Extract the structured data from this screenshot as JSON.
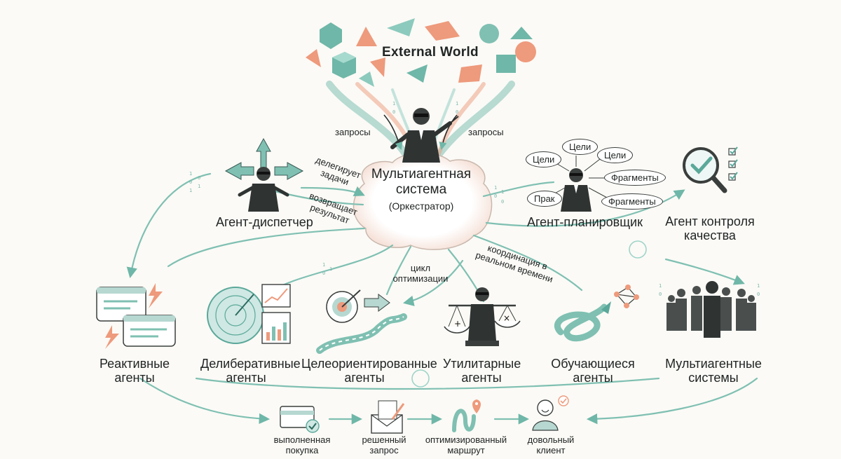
{
  "header": {
    "title": "External World"
  },
  "center": {
    "title": "Мультиагентная система",
    "subtitle": "(Оркестратор)"
  },
  "flows": {
    "requests_left": "запросы",
    "requests_right": "запросы",
    "delegates": "делегирует задачи",
    "returns": "возвращает результат",
    "optimization": "цикл оптимизации",
    "coordination": "координация в реальном времени"
  },
  "top_agents": [
    {
      "label": "Агент-диспетчер",
      "icon": "arrows-icon"
    },
    {
      "label": "Агент-планировщик",
      "icon": "planner-icon"
    },
    {
      "label": "Агент контроля качества",
      "icon": "magnifier-check-icon"
    }
  ],
  "planner_bubbles": [
    "Цели",
    "Цели",
    "Цели",
    "Фрагменты",
    "Фрагменты",
    "Прак"
  ],
  "agent_types": [
    {
      "label": "Реактивные агенты",
      "icon": "chat-lightning-icon"
    },
    {
      "label": "Делиберативные агенты",
      "icon": "radar-chart-icon"
    },
    {
      "label": "Целеориентированные агенты",
      "icon": "target-road-icon"
    },
    {
      "label": "Утилитарные агенты",
      "icon": "scales-icon"
    },
    {
      "label": "Обучающиеся агенты",
      "icon": "spiral-network-icon"
    },
    {
      "label": "Мультиагентные системы",
      "icon": "agents-group-icon"
    }
  ],
  "outcomes": [
    {
      "label": "выполненная покупка",
      "icon": "card-check-icon"
    },
    {
      "label": "решенный запрос",
      "icon": "envelope-pen-icon"
    },
    {
      "label": "оптимизированный маршрут",
      "icon": "route-pin-icon"
    },
    {
      "label": "довольный клиент",
      "icon": "happy-client-icon"
    }
  ],
  "colors": {
    "teal": "#6fb7a8",
    "coral": "#ee9a7c",
    "ink": "#2b2f2e",
    "paper": "#fbfaf6"
  }
}
